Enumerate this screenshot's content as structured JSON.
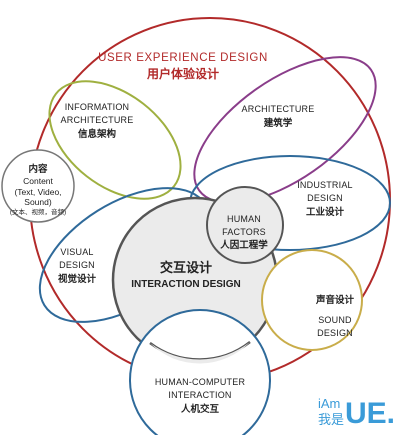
{
  "ux": {
    "en": "USER EXPERIENCE DESIGN",
    "cn": "用户体验设计"
  },
  "info_arch": {
    "line1": "INFORMATION",
    "line2": "ARCHITECTURE",
    "cn": "信息架构"
  },
  "architecture": {
    "en": "ARCHITECTURE",
    "cn": "建筑学"
  },
  "content": {
    "cn": "内容",
    "en": "Content",
    "sub1": "(Text, Video,",
    "sub2": "Sound)",
    "sub3": "(文本、视频，音频)"
  },
  "industrial": {
    "line1": "INDUSTRIAL",
    "line2": "DESIGN",
    "cn": "工业设计"
  },
  "human_factors": {
    "line1": "HUMAN",
    "line2": "FACTORS",
    "cn": "人因工程学"
  },
  "visual": {
    "line1": "VISUAL",
    "line2": "DESIGN",
    "cn": "视觉设计"
  },
  "interaction": {
    "cn": "交互设计",
    "en": "INTERACTION DESIGN"
  },
  "sound": {
    "cn": "声音设计",
    "line1": "SOUND",
    "line2": "DESIGN"
  },
  "hci": {
    "line1": "HUMAN-COMPUTER",
    "line2": "INTERACTION",
    "cn": "人机交互"
  },
  "logo": {
    "a": "iAm",
    "b": "我是",
    "ue": "UE."
  },
  "colors": {
    "ux": "#b22a2a",
    "green": "#9fb040",
    "purple": "#8a3d8a",
    "blue": "#2f6a9a",
    "gold": "#c9ad4a",
    "gray": "#555555",
    "center_fill": "#ebebeb",
    "logo": "#3a9bd8"
  }
}
